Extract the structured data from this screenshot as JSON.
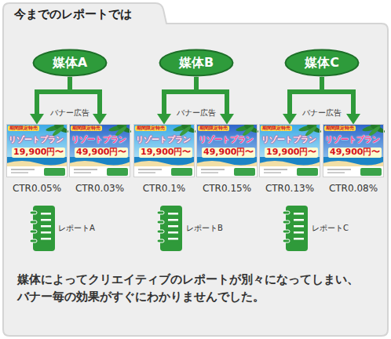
{
  "diagram": {
    "title": "今までのレポートでは",
    "caption": "媒体によってクリエイティブのレポートが別々になってしまい、バナー毎の効果がすぐにわかりませんでした。",
    "nodes": [
      {
        "text": [
          "媒体A"
        ]
      },
      {
        "text": [
          "媒体B"
        ]
      },
      {
        "text": [
          "媒体C"
        ]
      },
      {
        "text": [
          "期間限定特売",
          "リゾートプラン",
          "19,900円〜"
        ]
      },
      {
        "text": [
          "期間限定特売",
          "リゾートプラン",
          "49,900円〜"
        ]
      },
      {
        "text": [
          "期間限定特売",
          "リゾートプラン",
          "19,900円〜"
        ]
      },
      {
        "text": [
          "期間限定特売",
          "リゾートプラン",
          "49,900円〜"
        ]
      },
      {
        "text": [
          "期間限定特売",
          "リゾートプラン",
          "19,900円〜"
        ]
      },
      {
        "text": [
          "期間限定特売",
          "リゾートプラン",
          "49,900円〜"
        ]
      }
    ],
    "edges": [
      {
        "from": 0,
        "to": 3,
        "arrow": "to"
      },
      {
        "from": 0,
        "to": 4,
        "arrow": "to"
      },
      {
        "from": 1,
        "to": 5,
        "arrow": "to"
      },
      {
        "from": 1,
        "to": 6,
        "arrow": "to"
      },
      {
        "from": 2,
        "to": 7,
        "arrow": "to"
      },
      {
        "from": 2,
        "to": 8,
        "arrow": "to"
      }
    ],
    "labels": [
      "バナー広告",
      "バナー広告",
      "バナー広告",
      "CTR0.05%",
      "CTR0.03%",
      "CTR0.1%",
      "CTR0.15%",
      "CTR0.13%",
      "CTR0.08%",
      "レポートA",
      "レポートB",
      "レポートC"
    ]
  }
}
